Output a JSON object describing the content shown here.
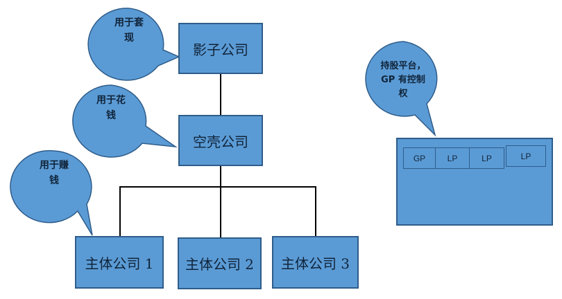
{
  "colors": {
    "box_fill": "#5b9bd5",
    "box_border": "#2e5c8a",
    "line": "#000000",
    "text": "#10243a"
  },
  "nodes": {
    "shadow": "影子公司",
    "shell": "空壳公司",
    "main1": "主体公司 1",
    "main2": "主体公司 2",
    "main3": "主体公司 3"
  },
  "callouts": {
    "shadow": [
      "用于套",
      "现"
    ],
    "shell": [
      "用于花",
      "钱"
    ],
    "main": [
      "用于赚",
      "钱"
    ],
    "holding": [
      "持股平台，",
      "GP 有控制",
      "权"
    ]
  },
  "holding_platform": {
    "cells": [
      "GP",
      "LP",
      "LP",
      "LP"
    ]
  }
}
